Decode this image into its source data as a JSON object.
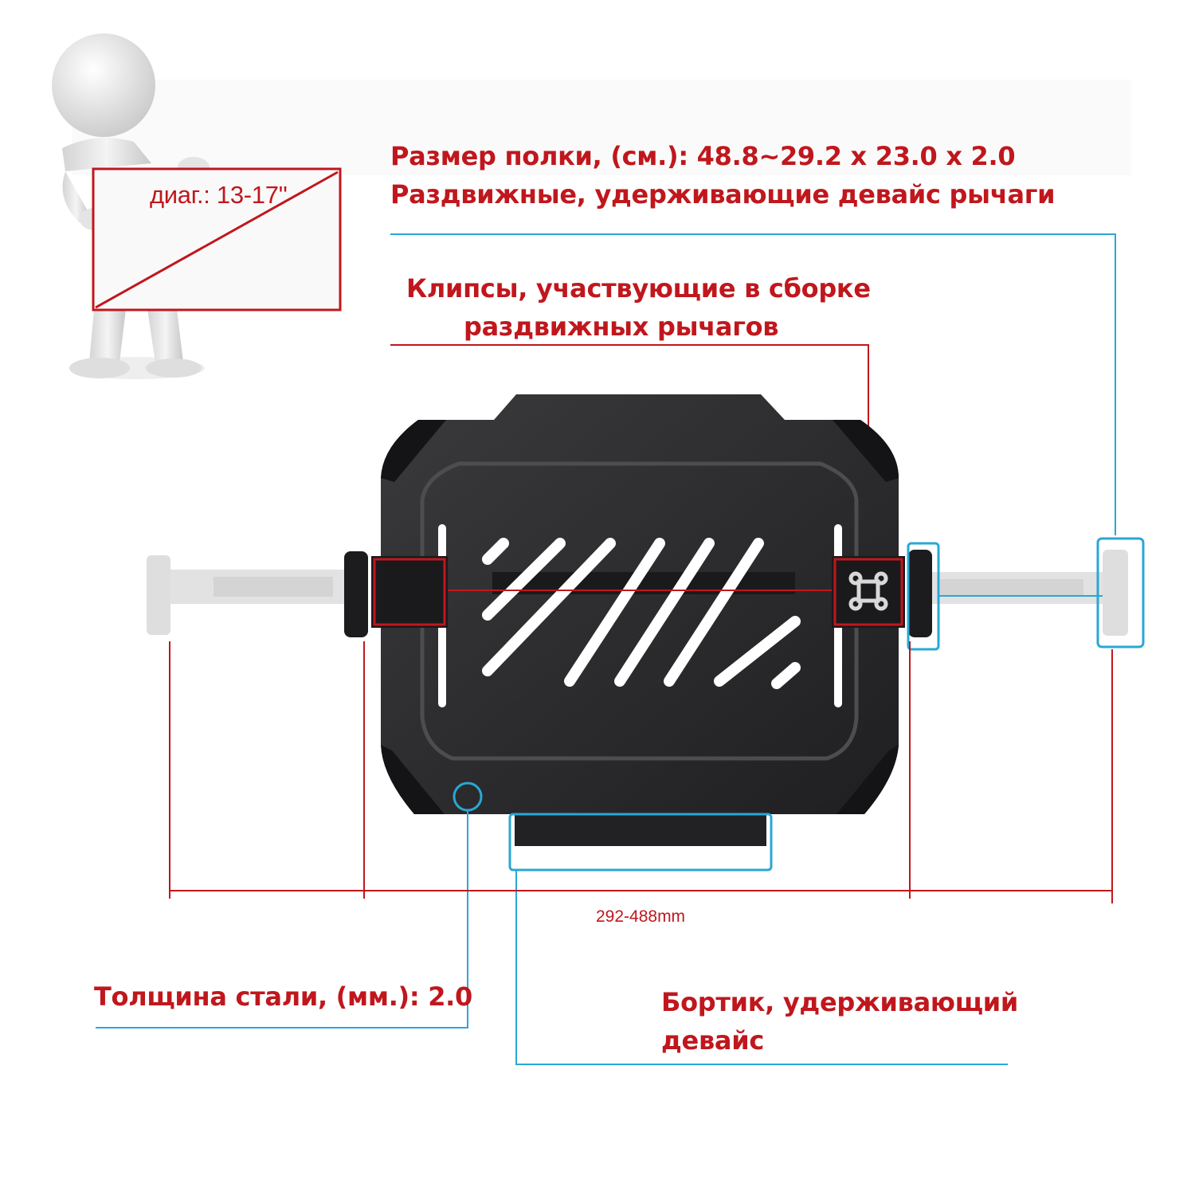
{
  "labels": {
    "diagonal": "диаг.: 13-17\"",
    "shelf_size": "Размер полки, (см.): 48.8~29.2 x 23.0 x 2.0",
    "extendable_arms": "Раздвижные, удерживающие девайс рычаги",
    "clips_line1": "Клипсы, участвующие в сборке",
    "clips_line2": "раздвижных рычагов",
    "dimension": "292-488mm",
    "steel_thickness": "Толщина стали, (мм.): 2.0",
    "lip_line1": "Бортик, удерживающий",
    "lip_line2": "девайс"
  },
  "colors": {
    "annotation_red": "#c0171d",
    "annotation_blue": "#2aa7d6",
    "shelf_body": "#2b2b2d",
    "arm_gray": "#dcdcdc"
  },
  "icons": {
    "figure": "3d-person-holding-board",
    "clip_logo": "looped-square-icon"
  }
}
